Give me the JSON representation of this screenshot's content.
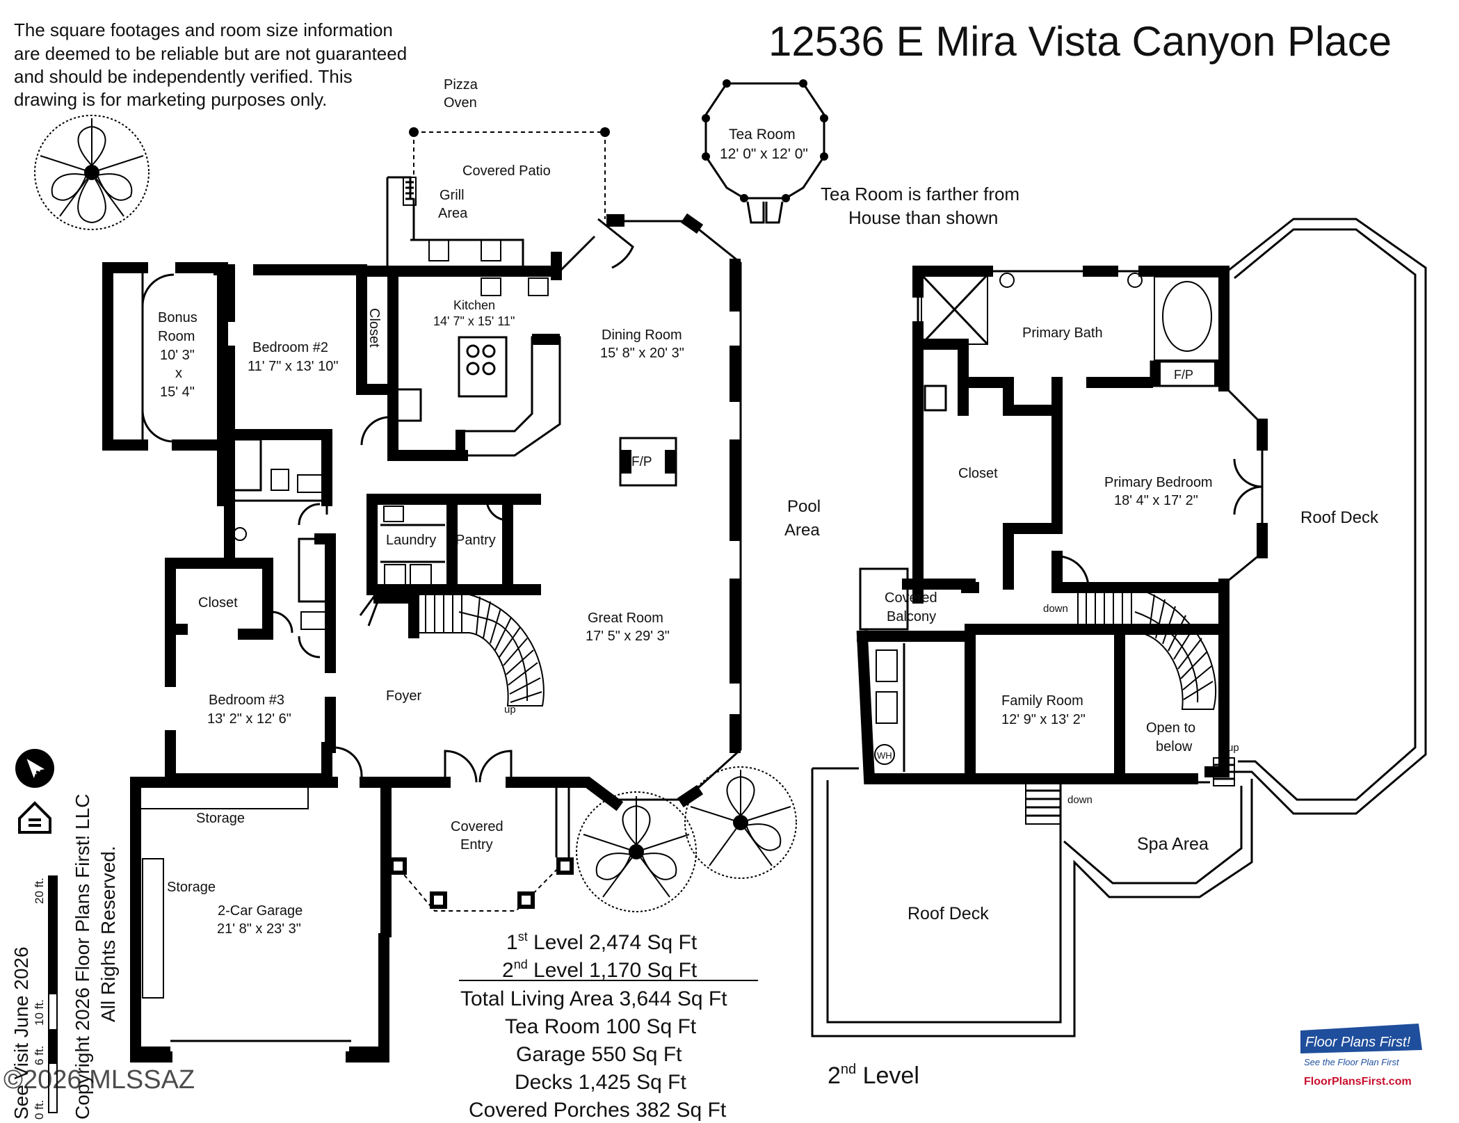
{
  "title": "12536 E Mira Vista Canyon Place",
  "disclaimer": [
    "The square footages and room size information",
    "are deemed to be reliable but are not guaranteed",
    "and should be independently verified. This",
    "drawing is for marketing purposes only."
  ],
  "level1_rooms": {
    "pizza_oven": [
      "Pizza",
      "Oven"
    ],
    "covered_patio": "Covered Patio",
    "grill_area": [
      "Grill",
      "Area"
    ],
    "kitchen": {
      "name": "Kitchen",
      "size": "14' 7\" x 15' 11\""
    },
    "dining_room": {
      "name": "Dining Room",
      "size": "15' 8\" x 20' 3\""
    },
    "bonus_room": {
      "lines": [
        "Bonus",
        "Room",
        "10' 3\"",
        "x",
        "15' 4\""
      ]
    },
    "bedroom2": {
      "name": "Bedroom #2",
      "size": "11' 7\" x 13' 10\""
    },
    "closet_vertical": "Closet",
    "fireplace_main": "F/P",
    "laundry": "Laundry",
    "pantry": "Pantry",
    "closet_bed3": "Closet",
    "great_room": {
      "name": "Great Room",
      "size": "17' 5\" x 29' 3\""
    },
    "pool_area": [
      "Pool",
      "Area"
    ],
    "bedroom3": {
      "name": "Bedroom #3",
      "size": "13' 2\" x 12' 6\""
    },
    "foyer": "Foyer",
    "stairs_up": "up",
    "storage_top": "Storage",
    "storage_side": "Storage",
    "garage": {
      "name": "2-Car Garage",
      "size": "21' 8\" x 23' 3\""
    },
    "covered_entry": [
      "Covered",
      "Entry"
    ]
  },
  "tea_room": {
    "name": "Tea Room",
    "size": "12' 0\" x 12' 0\"",
    "note": [
      "Tea Room is farther from",
      "House than shown"
    ]
  },
  "level2_rooms": {
    "primary_bath": "Primary Bath",
    "fireplace": "F/P",
    "closet": "Closet",
    "primary_bedroom": {
      "name": "Primary Bedroom",
      "size": "18' 4\" x 17' 2\""
    },
    "roof_deck_right": "Roof Deck",
    "covered_balcony": [
      "Covered",
      "Balcony"
    ],
    "down1": "down",
    "wh": "WH",
    "family_room": {
      "name": "Family Room",
      "size": "12' 9\" x 13' 2\""
    },
    "open_below": [
      "Open to",
      "below"
    ],
    "up": "up",
    "down2": "down",
    "spa_area": "Spa Area",
    "roof_deck_bottom": "Roof Deck",
    "level_label_base": "2",
    "level_label_sup": "nd",
    "level_label_rest": " Level"
  },
  "area_summary": [
    {
      "pre": "1",
      "sup": "st",
      "post": " Level 2,474 Sq Ft"
    },
    {
      "pre": "2",
      "sup": "nd",
      "post": " Level 1,170 Sq Ft"
    },
    {
      "pre": "",
      "sup": "",
      "post": "Total Living Area 3,644 Sq Ft"
    },
    {
      "pre": "",
      "sup": "",
      "post": "Tea Room 100 Sq Ft"
    },
    {
      "pre": "",
      "sup": "",
      "post": "Garage  550 Sq Ft"
    },
    {
      "pre": "",
      "sup": "",
      "post": "Decks 1,425 Sq Ft"
    },
    {
      "pre": "",
      "sup": "",
      "post": "Covered Porches 382 Sq Ft"
    }
  ],
  "side_text": {
    "visit": "See Visit June 2026",
    "copyright": "Copyright 2026 Floor Plans First! LLC",
    "rights": "All Rights Reserved.",
    "watermark": "©2026 MLSSAZ"
  },
  "scale_bar": [
    "0 ft.",
    "6 ft.",
    "10 ft.",
    "20 ft."
  ],
  "logo": {
    "brand": "Floor Plans First!",
    "tagline": "See the Floor Plan First",
    "url": "FloorPlansFirst.com",
    "brand_color": "#1f4e9c",
    "accent_color": "#c8102e"
  },
  "icons": [
    "compass-north-icon",
    "equal-housing-icon",
    "tree-icon"
  ]
}
